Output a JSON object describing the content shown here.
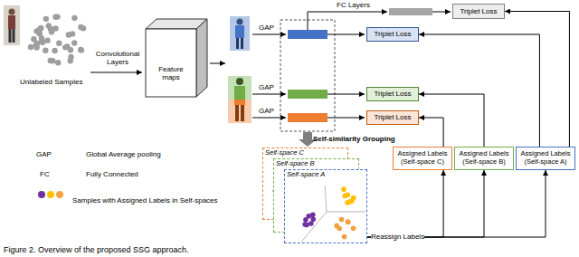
{
  "diagram": {
    "caption": "Figure 2. Overview of the proposed SSG approach.",
    "nodes": [
      {
        "text": [
          "Feature maps"
        ]
      },
      {
        "text": [
          "Triplet Loss"
        ]
      },
      {
        "text": [
          "Triplet Loss"
        ]
      },
      {
        "text": [
          "Triplet Loss"
        ]
      },
      {
        "text": [
          "Triplet Loss"
        ]
      },
      {
        "text": [
          "Self-space C"
        ]
      },
      {
        "text": [
          "Self-space B"
        ]
      },
      {
        "text": [
          "Self-space A"
        ]
      },
      {
        "text": [
          "Assigned Labels (Self-space C)"
        ]
      },
      {
        "text": [
          "Assigned Labels (Self-space B)"
        ]
      },
      {
        "text": [
          "Assigned Labels (Self-space A)"
        ]
      }
    ],
    "edges": [
      {
        "from": 10,
        "to": 1,
        "arrow": "to"
      },
      {
        "from": 10,
        "to": 2,
        "arrow": "to"
      },
      {
        "from": 9,
        "to": 3,
        "arrow": "to"
      },
      {
        "from": 8,
        "to": 4,
        "arrow": "to"
      },
      {
        "from": 7,
        "to": 8,
        "arrow": "to",
        "label": "Reassign Labels"
      },
      {
        "from": 7,
        "to": 9,
        "arrow": "to"
      },
      {
        "from": 7,
        "to": 10,
        "arrow": "to"
      }
    ],
    "labels": [
      "Unlabeled Samples",
      "Convolutional Layers",
      "GAP",
      "GAP",
      "GAP",
      "FC Layers",
      "Self-similarity Grouping",
      "GAP",
      "Global Average pooling",
      "FC",
      "Fully Connected"
    ],
    "legend": [
      {
        "text": "Samples with Assigned Labels in Self-spaces"
      }
    ]
  }
}
